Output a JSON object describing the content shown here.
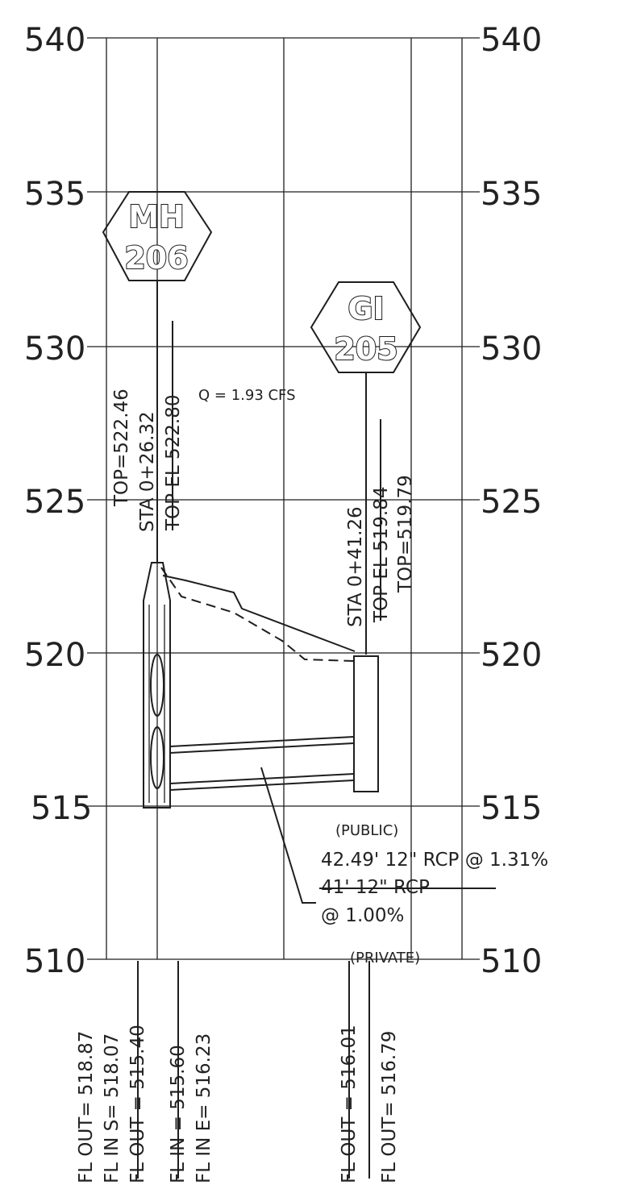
{
  "profile": {
    "elevation_labels": [
      "540",
      "535",
      "530",
      "525",
      "520",
      "515",
      "510"
    ],
    "structures": [
      {
        "type": "MH",
        "number": "206",
        "top_revised": "TOP=522.46",
        "station": "STA 0+26.32",
        "top_el_struck": "TOP EL 522.80",
        "fl_out": "FL OUT= 518.87",
        "fl_in_s": "FL IN S= 518.07",
        "fl_out_struck": "FL OUT = 515.40",
        "fl_in_struck": "FL IN = 515.60",
        "fl_in_e": "FL IN E= 516.23"
      },
      {
        "type": "GI",
        "number": "205",
        "station": "STA 0+41.26",
        "top_el_struck": "TOP EL 519.84",
        "top_revised": "TOP=519.79",
        "fl_out_struck": "FL OUT = 516.01",
        "fl_out": "FL OUT= 516.79"
      }
    ],
    "flow": "Q = 1.93 CFS",
    "pipe": {
      "public_label": "(PUBLIC)",
      "current": "42.49' 12\" RCP @ 1.31%",
      "struck": "41' 12\" RCP",
      "slope_old": "@ 1.00%",
      "private_label": "(PRIVATE)"
    }
  }
}
